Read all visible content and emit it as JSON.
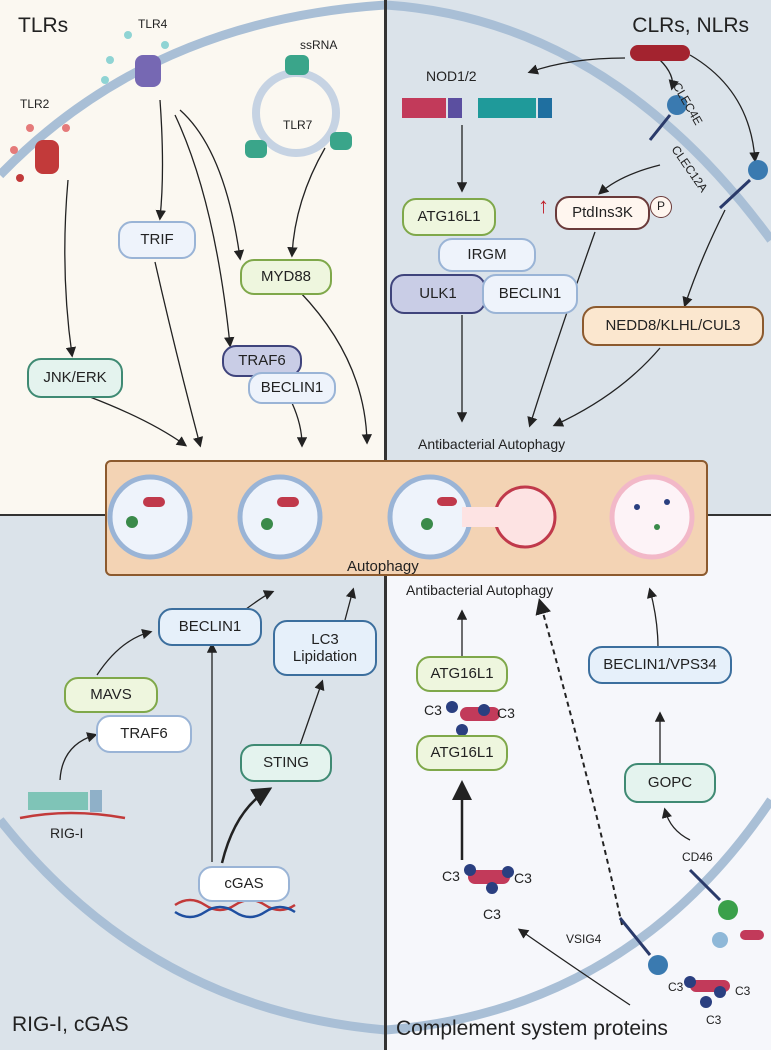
{
  "quadrants": {
    "tl_title": "TLRs",
    "tr_title": "CLRs, NLRs",
    "bl_title": "RIG-I, cGAS",
    "br_title": "Complement system proteins"
  },
  "tlr": {
    "tlr2": "TLR2",
    "tlr4": "TLR4",
    "tlr7": "TLR7",
    "ssrna": "ssRNA",
    "trif": "TRIF",
    "myd88": "MYD88",
    "traf6": "TRAF6",
    "beclin1": "BECLIN1",
    "jnk_erk": "JNK/ERK"
  },
  "clr": {
    "nod": "NOD1/2",
    "clec4e": "CLEC4E",
    "clec12a": "CLEC12A",
    "atg16l1": "ATG16L1",
    "irgm": "IRGM",
    "ulk1": "ULK1",
    "beclin1": "BECLIN1",
    "ptdins3k": "PtdIns3K",
    "p": "P",
    "nedd8": "NEDD8/KLHL/CUL3",
    "antibacterial": "Antibacterial Autophagy"
  },
  "center": {
    "autophagy": "Autophagy"
  },
  "rig": {
    "beclin1": "BECLIN1",
    "lc3": "LC3",
    "lipidation": "Lipidation",
    "mavs": "MAVS",
    "traf6": "TRAF6",
    "sting": "STING",
    "rigi": "RIG-I",
    "cgas": "cGAS"
  },
  "complement": {
    "antibacterial": "Antibacterial Autophagy",
    "atg16l1_top": "ATG16L1",
    "atg16l1_bottom": "ATG16L1",
    "beclin_vps": "BECLIN1/VPS34",
    "gopc": "GOPC",
    "cd46": "CD46",
    "vsig4": "VSIG4",
    "c3": "C3"
  },
  "colors": {
    "membrane": "#a9bfd6",
    "bacteria": "#c0394b",
    "autophagy_panel": "#f3d3b4"
  }
}
